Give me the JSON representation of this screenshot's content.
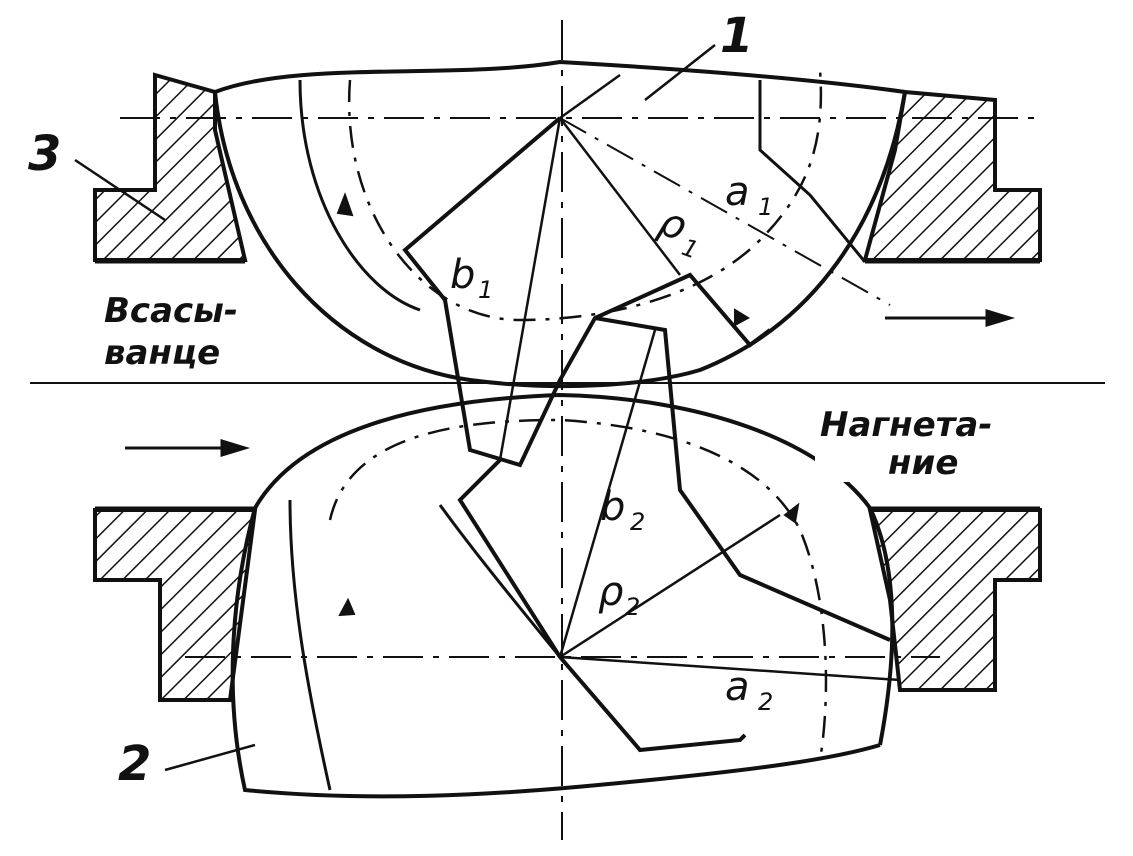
{
  "labels": {
    "part_1": "1",
    "part_2": "2",
    "part_3": "3",
    "a1": "a",
    "a1_sub": "1",
    "a2": "a",
    "a2_sub": "2",
    "b1": "b",
    "b1_sub": "1",
    "b2": "b",
    "b2_sub": "2",
    "rho1": "ρ",
    "rho1_sub": "1",
    "rho2": "ρ",
    "rho2_sub": "2",
    "suction_line1": "Всасы-",
    "suction_line2": "ванце",
    "discharge_line1": "Нагнета-",
    "discharge_line2": "ние"
  },
  "colors": {
    "ink": "#111111",
    "paper": "#ffffff"
  }
}
